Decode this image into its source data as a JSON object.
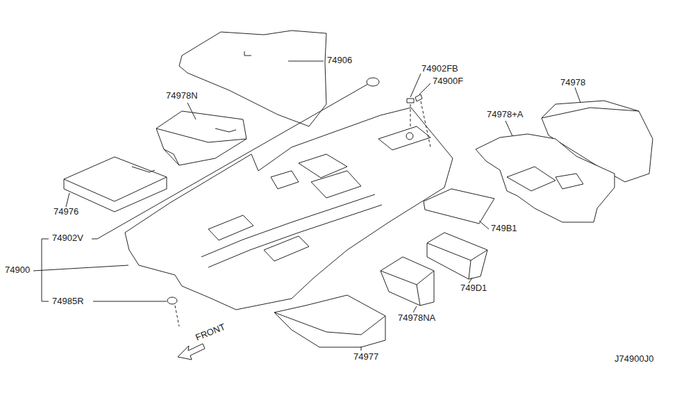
{
  "diagram": {
    "labels": [
      "74906",
      "74978N",
      "74902FB",
      "74900F",
      "74978",
      "74978+A",
      "74976",
      "74902V",
      "74900",
      "749B1",
      "749D1",
      "74985R",
      "74978NA",
      "74977",
      "FRONT",
      "J74900J0"
    ]
  }
}
